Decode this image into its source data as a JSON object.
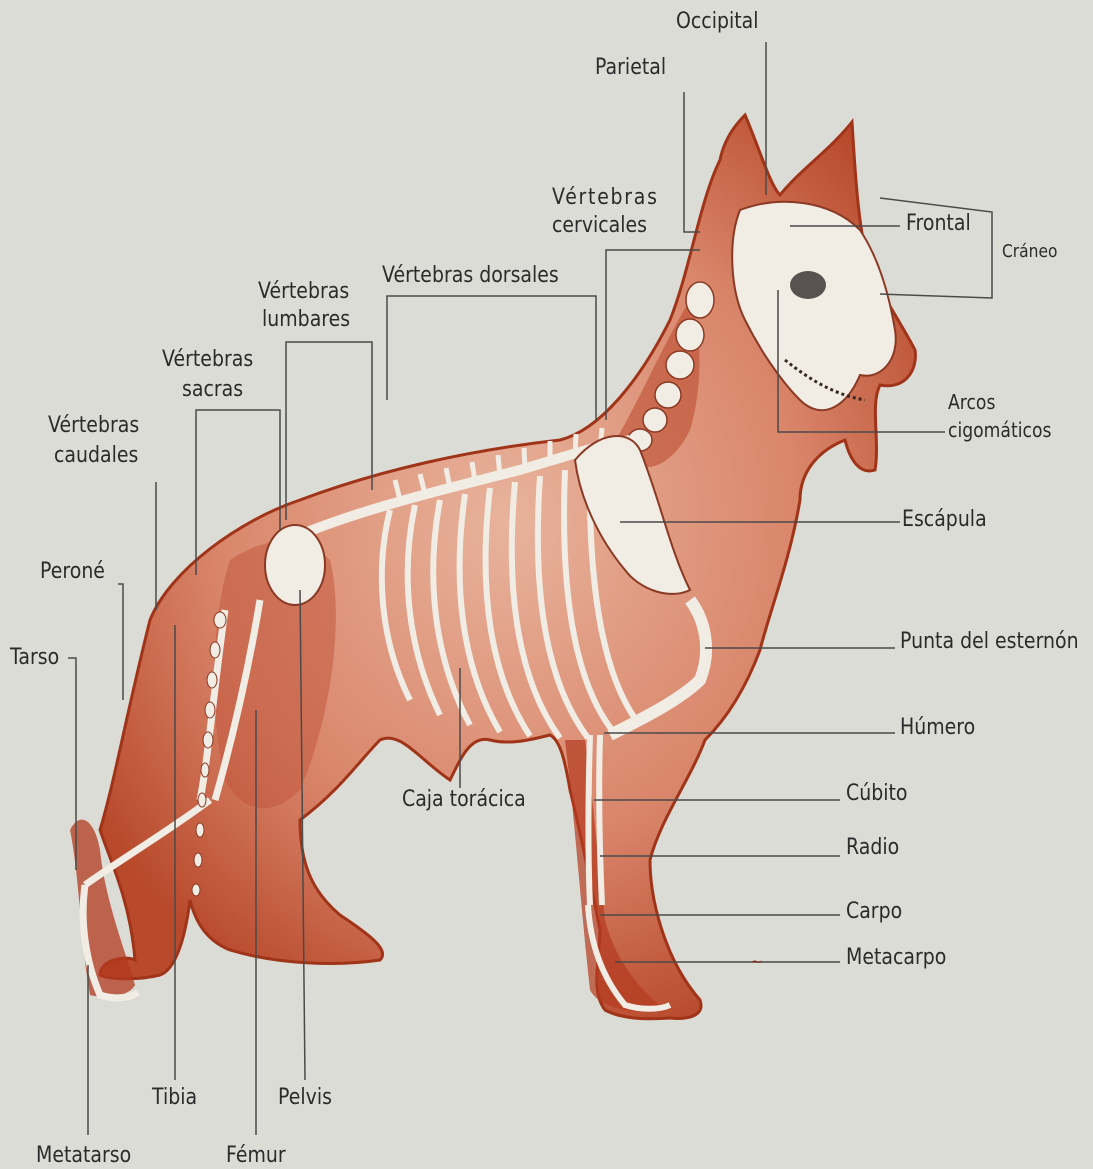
{
  "diagram": {
    "labels": {
      "occipital": "Occipital",
      "parietal": "Parietal",
      "vert_cervicales_1": "Vértebras",
      "vert_cervicales_2": "cervicales",
      "frontal": "Frontal",
      "craneo": "Cráneo",
      "vert_dorsales": "Vértebras dorsales",
      "vert_lumbares_1": "Vértebras",
      "vert_lumbares_2": "lumbares",
      "vert_sacras_1": "Vértebras",
      "vert_sacras_2": "sacras",
      "vert_caudales_1": "Vértebras",
      "vert_caudales_2": "caudales",
      "arcos_1": "Arcos",
      "arcos_2": "cigomáticos",
      "escapula": "Escápula",
      "perone": "Peroné",
      "punta_esternon": "Punta del esternón",
      "tarso": "Tarso",
      "humero": "Húmero",
      "caja_toracica": "Caja torácica",
      "cubito": "Cúbito",
      "radio": "Radio",
      "carpo": "Carpo",
      "metacarpo": "Metacarpo",
      "tibia": "Tibia",
      "pelvis": "Pelvis",
      "metatarso": "Metatarso",
      "femur": "Fémur"
    },
    "colors": {
      "background": "#dcdcd6",
      "body_wash": "#d9856a",
      "body_dark": "#b2381f",
      "bone": "#f1ece4",
      "leader_line": "#4a4a4a",
      "text": "#2b2b2b"
    }
  }
}
